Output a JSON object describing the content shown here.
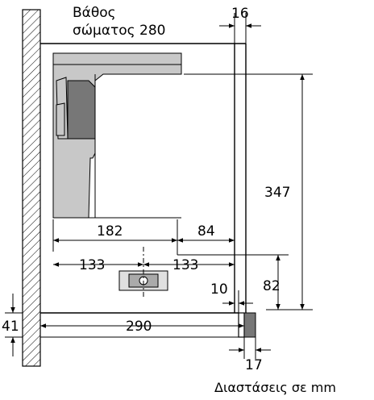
{
  "labels": {
    "depth_line1": "Βάθος",
    "depth_line2": "σώματος 280",
    "dim_16": "16",
    "dim_347": "347",
    "dim_182": "182",
    "dim_84": "84",
    "dim_133_left": "133",
    "dim_133_right": "133",
    "dim_82": "82",
    "dim_10": "10",
    "dim_41": "41",
    "dim_290": "290",
    "dim_17": "17",
    "caption": "Διαστάσεις σε mm"
  },
  "colors": {
    "line": "#000000",
    "hood_body": "#c8c8c8",
    "dark_part": "#777777",
    "background": "#ffffff"
  }
}
